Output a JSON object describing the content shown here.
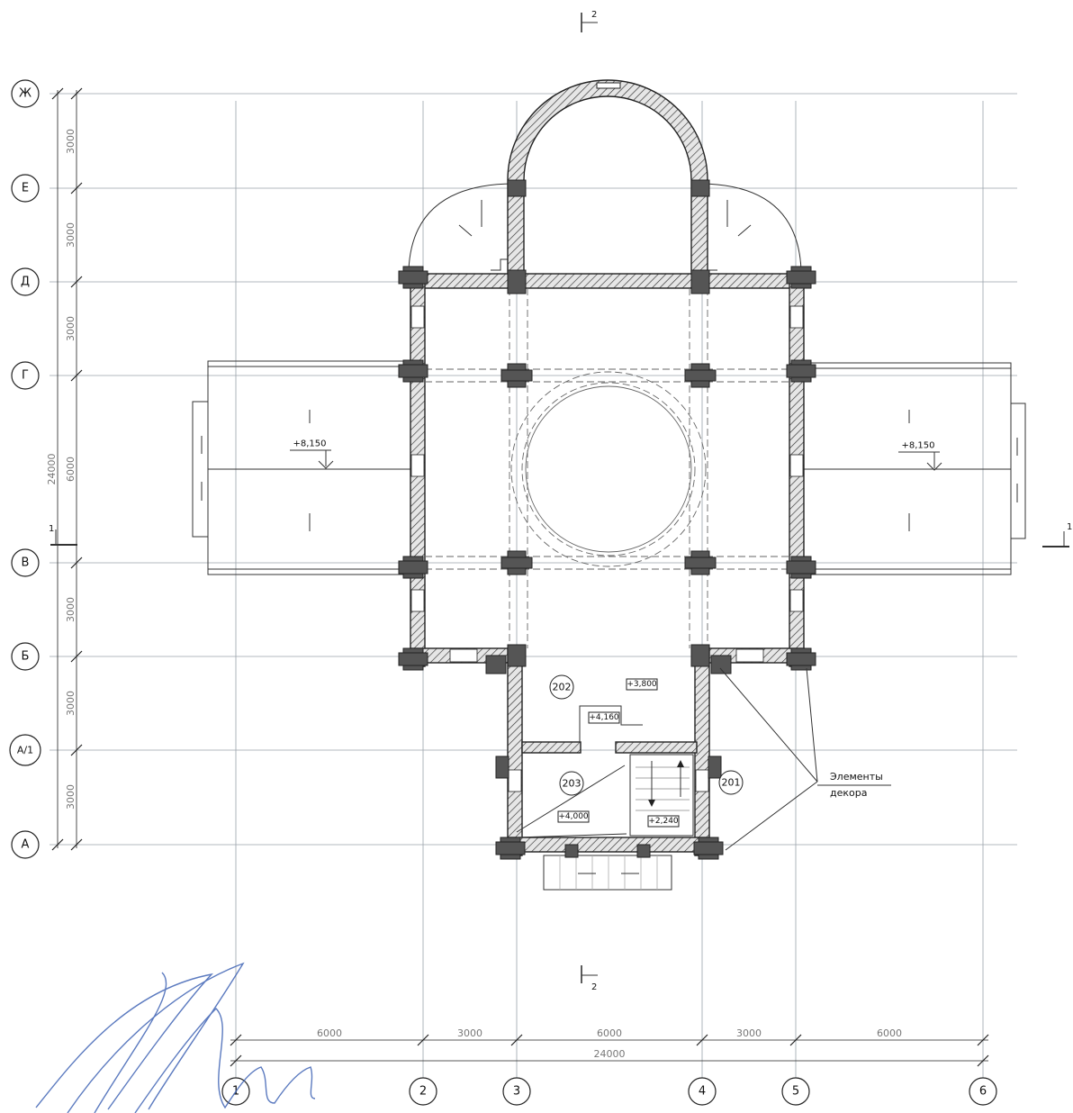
{
  "axes": {
    "rows": [
      "Ж",
      "Е",
      "Д",
      "Г",
      "В",
      "Б",
      "А/1",
      "А"
    ],
    "columns": [
      "1",
      "2",
      "3",
      "4",
      "5",
      "6"
    ]
  },
  "dimensions": {
    "left_segments": [
      "3000",
      "3000",
      "3000",
      "6000",
      "3000",
      "3000",
      "3000"
    ],
    "left_total": "24000",
    "bottom_segments": [
      "6000",
      "3000",
      "6000",
      "3000",
      "6000"
    ],
    "bottom_total": "24000"
  },
  "levels": {
    "wing_left": "+8,150",
    "wing_right": "+8,150",
    "level_202": "+3,800",
    "level_landing": "+4,160",
    "level_203": "+4,000",
    "level_stair": "+2,240"
  },
  "rooms": [
    "202",
    "203",
    "201"
  ],
  "section_marks": {
    "top": "2",
    "bottom": "2",
    "left": "1",
    "right": "1"
  },
  "annotation": {
    "line1": "Элементы",
    "line2": "декора"
  }
}
